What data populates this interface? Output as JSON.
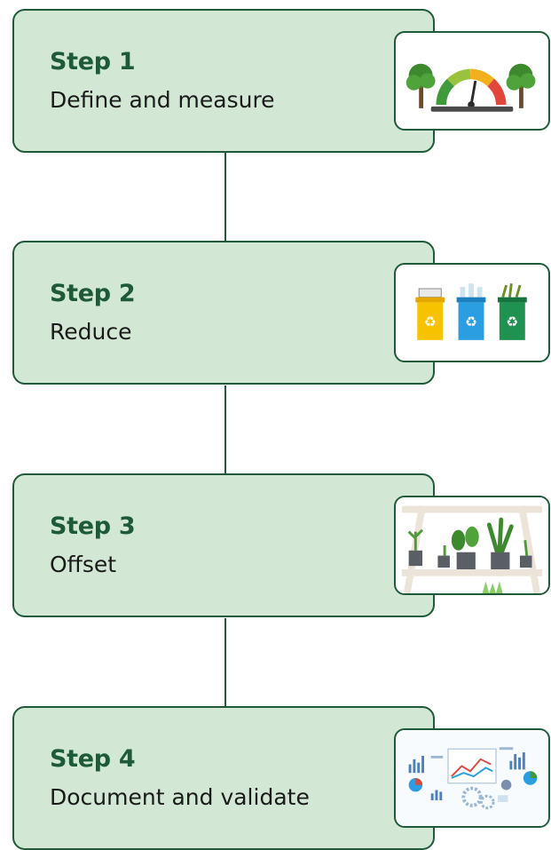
{
  "steps": [
    {
      "title": "Step 1",
      "description": "Define and measure",
      "icon": "emissions-gauge-icon"
    },
    {
      "title": "Step 2",
      "description": "Reduce",
      "icon": "recycling-bins-icon"
    },
    {
      "title": "Step 3",
      "description": "Offset",
      "icon": "potted-plants-icon"
    },
    {
      "title": "Step 4",
      "description": "Document and validate",
      "icon": "data-dashboard-icon"
    }
  ],
  "colors": {
    "card_fill": "#d2e8d5",
    "border": "#1f5a3a",
    "title_text": "#1e5a38",
    "body_text": "#1a1a1a"
  }
}
